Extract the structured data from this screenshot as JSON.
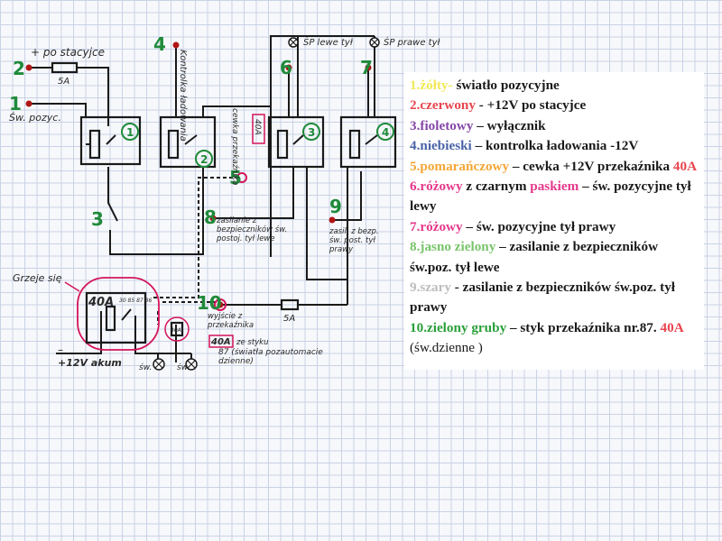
{
  "diagram": {
    "labels": {
      "po_stacyjce": "+ po stacyjce",
      "fuse_5a_top": "5A",
      "sw_pozyc": "Św. pozyc.",
      "kontrolka": "Kontrolka ładowania",
      "cewka": "cewka przekaźnika",
      "relay_40a_small": "40A",
      "sp_lewe": "ŚP lewe tył",
      "sp_prawe": "ŚP prawe tył",
      "zasilanie_lewe": "zasilanie z bezpieczników św. postoj. tył lewe",
      "zasilanie_prawe": "zasil. z bezp. św. post. tył prawy",
      "grzeje_sie": "Grzeje się",
      "relay_40a_big": "40A",
      "relay_pins": "30 85 87 86",
      "fuse_40a_small": "40A",
      "akum": "+12V akum",
      "sw_left": "św.",
      "sw_right": "św.",
      "wyjscie": "wyjście z przekaźnika",
      "relay_40a_out": "40A",
      "ze_styku": "ze styku",
      "pin87": "87 (światła pozautomacie dzienne)",
      "fuse_5a_bottom": "5A",
      "minus_sign": "–"
    },
    "terminals": [
      "1",
      "2",
      "3",
      "4",
      "5",
      "6",
      "7",
      "8",
      "9",
      "10"
    ],
    "relays": [
      "1",
      "2",
      "3",
      "4"
    ]
  },
  "legend": [
    {
      "term": "1.żółty-",
      "color": "c-yellow",
      "rest": " światło pozycyjne"
    },
    {
      "term": "2.czerwony",
      "color": "c-red",
      "rest": " - +12V po stacyjce"
    },
    {
      "term": "3.fioletowy",
      "color": "c-violet",
      "rest": " – wyłącznik"
    },
    {
      "term": "4.niebieski",
      "color": "c-blue",
      "rest": " – kontrolka ładowania -12V"
    },
    {
      "term": "5.pomarańczowy",
      "color": "c-orange",
      "rest": " – cewka +12V przekaźnika ",
      "amp": "40A"
    },
    {
      "term": "6.różowy",
      "color": "c-pink",
      "rest": " z czarnym ",
      "extra": "paskiem",
      "rest2": " – św. pozycyjne tył lewy"
    },
    {
      "term": "7.różowy",
      "color": "c-pink",
      "rest": " – św. pozycyjne tył prawy"
    },
    {
      "term": "8.jasno zielony",
      "color": "c-lgreen",
      "rest": " – zasilanie z bezpieczników św.poz. tył lewe"
    },
    {
      "term": "9.szary",
      "color": "c-grey",
      "rest": " - zasilanie z bezpieczników św.poz. tył prawy"
    },
    {
      "term": "10.zielony gruby",
      "color": "c-green",
      "rest": " – styk przekaźnika nr.87. ",
      "amp": "40A",
      "tail": " (św.dzienne )"
    }
  ]
}
